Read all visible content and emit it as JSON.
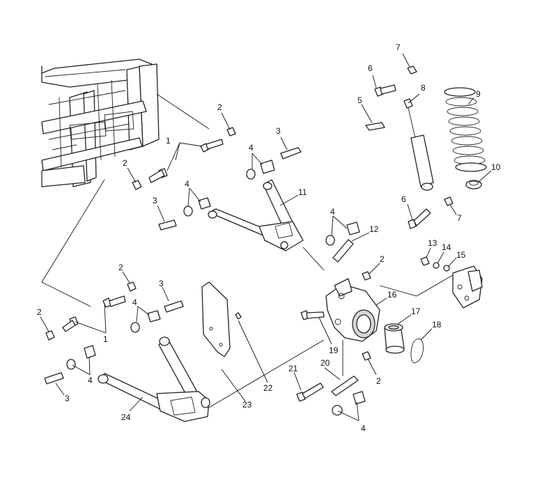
{
  "callouts": {
    "c1a": "1",
    "c1b": "1",
    "c2a": "2",
    "c2b": "2",
    "c2c": "2",
    "c2d": "2",
    "c2e": "2",
    "c2f": "2",
    "c3a": "3",
    "c3b": "3",
    "c3c": "3",
    "c3d": "3",
    "c4a": "4",
    "c4b": "4",
    "c4c": "4",
    "c4d": "4",
    "c4e": "4",
    "c4f": "4",
    "c5": "5",
    "c6a": "6",
    "c6b": "6",
    "c7a": "7",
    "c7b": "7",
    "c8": "8",
    "c9": "9",
    "c10": "10",
    "c11": "11",
    "c12": "12",
    "c13": "13",
    "c14": "14",
    "c15": "15",
    "c16": "16",
    "c17": "17",
    "c18": "18",
    "c19": "19",
    "c20": "20",
    "c21": "21",
    "c22": "22",
    "c23": "23",
    "c24": "24"
  }
}
